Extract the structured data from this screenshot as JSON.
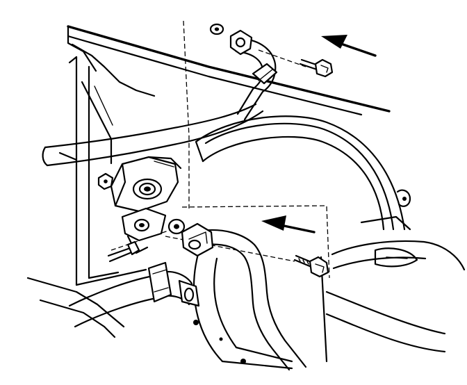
{
  "diagram": {
    "style": "black-and-white line drawing",
    "stroke_color": "#000000",
    "background_color": "#ffffff",
    "arrows": [
      {
        "name": "upper-direction-arrow",
        "direction": "up-left"
      },
      {
        "name": "lower-direction-arrow",
        "direction": "left"
      }
    ]
  }
}
